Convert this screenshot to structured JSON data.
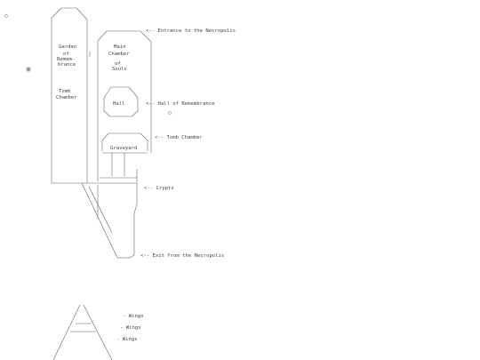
{
  "diagram": {
    "annotations": {
      "entrance": "<-- Entrance to the Necropolis",
      "hall_of_remembrance": "<-- Hall of Remembrance",
      "tomb_chamber": "<-- Tomb Chamber",
      "crypts": "<-- Crypts",
      "exit": "<-- Exit from the Necropolis"
    },
    "rooms": {
      "garden": [
        "Garden",
        "of",
        "Remem-",
        "brance"
      ],
      "main_chamber": [
        "Main",
        "Chamber",
        "of",
        "Souls"
      ],
      "tomb_chamber": [
        "Tomb",
        "Chamber"
      ],
      "hall": "Hall",
      "graveyard": "Graveyard"
    },
    "wings": [
      "- Wings",
      "- Wings",
      "- Wings"
    ],
    "colors": {
      "line": "#666666",
      "text": "#444444",
      "background": "#ffffff"
    }
  }
}
